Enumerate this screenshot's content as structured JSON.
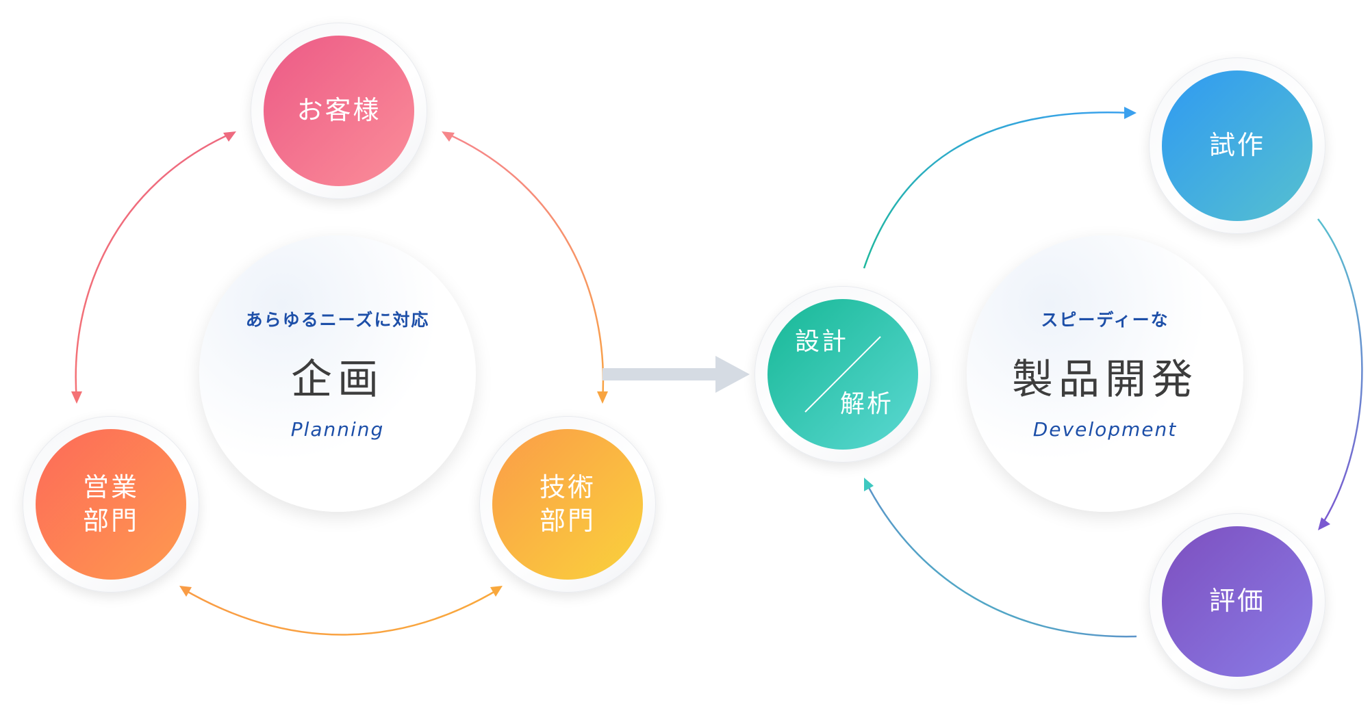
{
  "planning": {
    "sub": "あらゆるニーズに対応",
    "main": "企画",
    "en": "Planning"
  },
  "development": {
    "sub": "スピーディーな",
    "main": "製品開発",
    "en": "Development"
  },
  "nodes": {
    "customer": {
      "label": "お客様"
    },
    "sales": {
      "line1": "営業",
      "line2": "部門"
    },
    "tech": {
      "line1": "技術",
      "line2": "部門"
    },
    "design": {
      "top": "設計",
      "bottom": "解析"
    },
    "prototype": {
      "label": "試作"
    },
    "evaluation": {
      "label": "評価"
    }
  },
  "colors": {
    "pink": "#f07186",
    "orange": "#f9a03f",
    "gray_arrow": "#d5dbe3",
    "teal": "#2bbfb1",
    "blue": "#3ba4e6",
    "purple": "#7b5fd6",
    "hub_text": "#1d4fa8"
  }
}
